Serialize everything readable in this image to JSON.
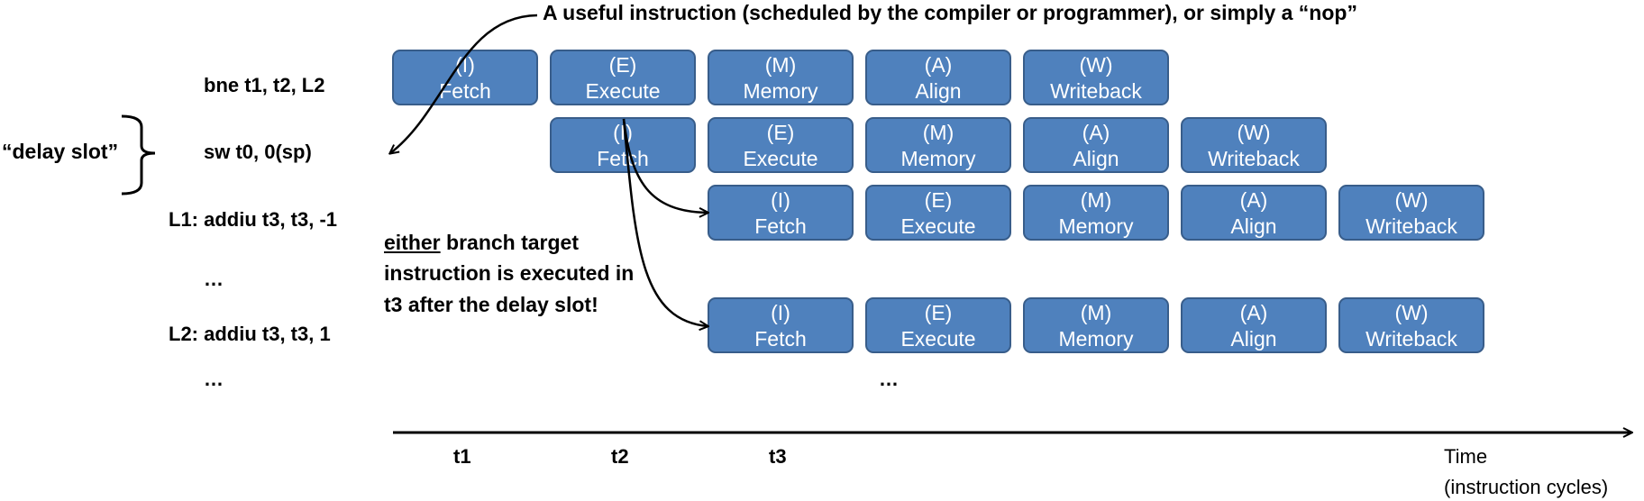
{
  "callout": "A useful instruction (scheduled by the compiler or programmer), or simply a “nop”",
  "delay_slot_label": "“delay slot”",
  "code": {
    "line1": "bne t1, t2, L2",
    "line2": "sw t0, 0(sp)",
    "line3": "L1: addiu t3, t3, -1",
    "line4": "…",
    "line5": "L2: addiu t3, t3, 1",
    "line6": "…"
  },
  "note": {
    "underlined": "either",
    "line1_rest": " branch target",
    "line2": "instruction is executed in",
    "line3": "t3 after the delay slot!"
  },
  "pipeline_ellipsis": "…",
  "stages": [
    {
      "code": "(I)",
      "name": "Fetch"
    },
    {
      "code": "(E)",
      "name": "Execute"
    },
    {
      "code": "(M)",
      "name": "Memory"
    },
    {
      "code": "(A)",
      "name": "Align"
    },
    {
      "code": "(W)",
      "name": "Writeback"
    }
  ],
  "timeline": {
    "ticks": [
      "t1",
      "t2",
      "t3"
    ],
    "label_line1": "Time",
    "label_line2": "(instruction cycles)"
  },
  "colors": {
    "stage_fill": "#4f81bd",
    "stage_border": "#385d8a",
    "stage_text": "#ffffff",
    "line": "#000000"
  }
}
